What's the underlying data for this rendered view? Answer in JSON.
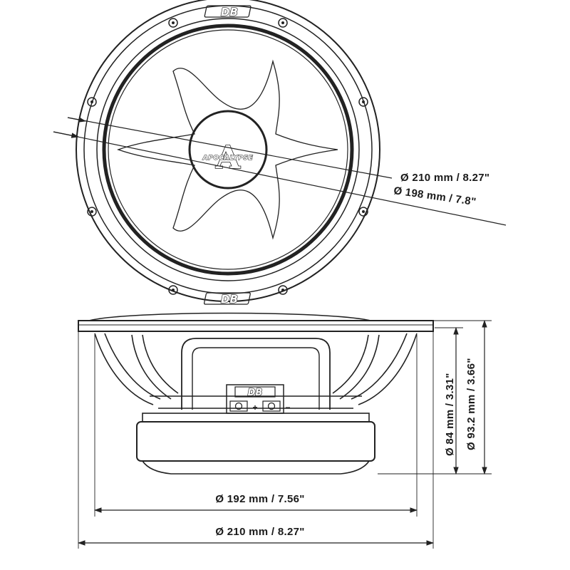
{
  "top_view": {
    "brand_logo": "DB",
    "product_logo_letter": "A",
    "product_logo_word": "APOCALYPSE",
    "dim_outer": "Ø 210 mm / 8.27\"",
    "dim_cutout": "Ø 198 mm / 7.8\""
  },
  "side_view": {
    "brand_logo": "DB",
    "terminal_plus": "+",
    "terminal_minus": "−",
    "dim_mount_depth": "Ø 84 mm / 3.31\"",
    "dim_total_depth": "Ø 93.2 mm / 3.66\"",
    "dim_basket": "Ø 192 mm / 7.56\"",
    "dim_overall": "Ø 210 mm / 8.27\""
  },
  "colors": {
    "line": "#222222",
    "background": "#ffffff"
  }
}
